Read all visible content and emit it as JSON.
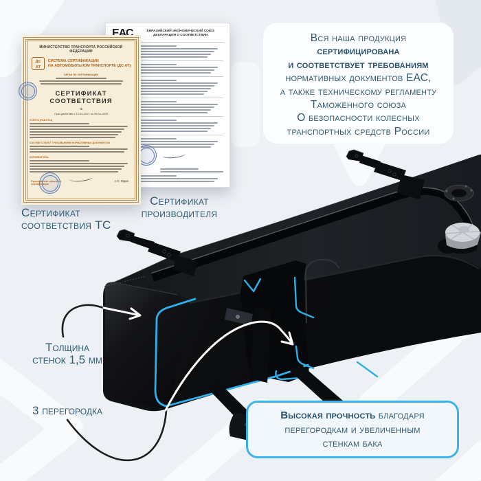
{
  "info_card": {
    "lines": [
      "Вся наша продукция",
      "сертифицирована",
      "и соответствует требованиям",
      "нормативных документов ЕАС,",
      "а также техническому регламенту",
      "Таможенного союза",
      "О безопасности колесных",
      "транспортных средств России"
    ]
  },
  "captions": {
    "cert_ts_line1": "Сертификат",
    "cert_ts_line2": "соответствия ТС",
    "cert_man_line1": "Сертификат",
    "cert_man_line2": "производителя"
  },
  "callouts": {
    "wall_thickness_line1": "Толщина",
    "wall_thickness_line2": "стенок 1,5 мм",
    "baffles": "3 перегородка"
  },
  "strength_box": {
    "bold": "Высокая прочность",
    "after_bold": " благодаря",
    "line2": "перегородкам и увеличенным",
    "line3": "стенкам бака"
  },
  "cert_ts": {
    "ministry": "МИНИСТЕРСТВО ТРАНСПОРТА РОССИЙСКОЙ ФЕДЕРАЦИИ",
    "logo_top": "ДС",
    "logo_bottom": "АТ",
    "system_line1": "СИСТЕМА СЕРТИФИКАЦИИ",
    "system_line2": "НА АВТОМОБИЛЬНОМ ТРАНСПОРТЕ (ДС АТ)",
    "org_label": "ОРГАН ПО СЕРТИФИКАЦИИ",
    "title": "СЕРТИФИКАТ СООТВЕТСТВИЯ",
    "number_label": "№",
    "validity": "Срок действия с 14.04.2021 по 09.04.2025",
    "section_service": "УСЛУГА (РАБОТЫ)",
    "section_conform": "СООТВЕТСТВУЕТ ТРЕБОВАНИЯМ НОРМАТИВНЫХ ДОКУМЕНТОВ",
    "section_executor": "ИСПОЛНИТЕЛЬ",
    "signer_role": "Руководитель органа по сертификации",
    "signer_name": "А.С. Юдин"
  },
  "cert_manufacturer": {
    "eac": "ЕАС",
    "header1": "ЕВРАЗИЙСКИЙ ЭКОНОМИЧЕСКИЙ СОЮЗ",
    "header2": "ДЕКЛАРАЦИЯ О СООТВЕТСТВИИ"
  },
  "colors": {
    "background": "#edf0f4",
    "accent_cyan": "#2fb0ea",
    "text_blue": "#2e5a72",
    "tank_black": "#0e0f11",
    "cert_paper": "#f7eeda"
  }
}
